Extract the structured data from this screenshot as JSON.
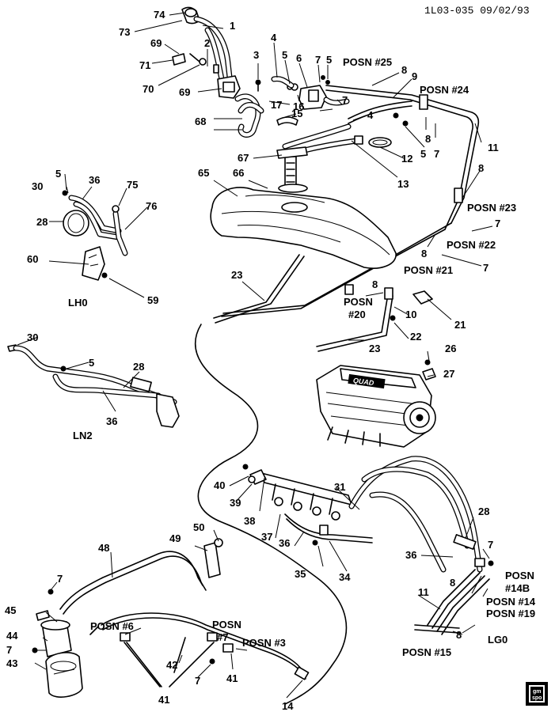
{
  "header": {
    "code": "1L03-035 09/02/93"
  },
  "engine_brand": "QUAD",
  "logo_text": [
    "gm",
    "spo"
  ],
  "labels": [
    {
      "id": "74",
      "text": "74"
    },
    {
      "id": "1",
      "text": "1"
    },
    {
      "id": "73",
      "text": "73"
    },
    {
      "id": "2",
      "text": "2"
    },
    {
      "id": "69a",
      "text": "69"
    },
    {
      "id": "71",
      "text": "71"
    },
    {
      "id": "70",
      "text": "70"
    },
    {
      "id": "69b",
      "text": "69"
    },
    {
      "id": "3",
      "text": "3"
    },
    {
      "id": "4a",
      "text": "4"
    },
    {
      "id": "5a",
      "text": "5"
    },
    {
      "id": "6",
      "text": "6"
    },
    {
      "id": "7a",
      "text": "7"
    },
    {
      "id": "5b",
      "text": "5"
    },
    {
      "id": "posn25",
      "text": "POSN #25"
    },
    {
      "id": "8a",
      "text": "8"
    },
    {
      "id": "9",
      "text": "9"
    },
    {
      "id": "posn24",
      "text": "POSN #24"
    },
    {
      "id": "17",
      "text": "17"
    },
    {
      "id": "16",
      "text": "16"
    },
    {
      "id": "7b",
      "text": "7"
    },
    {
      "id": "4b",
      "text": "4"
    },
    {
      "id": "15",
      "text": "15"
    },
    {
      "id": "68",
      "text": "68"
    },
    {
      "id": "8b",
      "text": "8"
    },
    {
      "id": "5c",
      "text": "5"
    },
    {
      "id": "7c",
      "text": "7"
    },
    {
      "id": "11a",
      "text": "11"
    },
    {
      "id": "12",
      "text": "12"
    },
    {
      "id": "67",
      "text": "67"
    },
    {
      "id": "13",
      "text": "13"
    },
    {
      "id": "5d",
      "text": "5"
    },
    {
      "id": "30a",
      "text": "30"
    },
    {
      "id": "36a",
      "text": "36"
    },
    {
      "id": "75",
      "text": "75"
    },
    {
      "id": "65",
      "text": "65"
    },
    {
      "id": "66",
      "text": "66"
    },
    {
      "id": "8c",
      "text": "8"
    },
    {
      "id": "posn23",
      "text": "POSN #23"
    },
    {
      "id": "76",
      "text": "76"
    },
    {
      "id": "28a",
      "text": "28"
    },
    {
      "id": "7d",
      "text": "7"
    },
    {
      "id": "posn22",
      "text": "POSN #22"
    },
    {
      "id": "8d",
      "text": "8"
    },
    {
      "id": "60",
      "text": "60"
    },
    {
      "id": "7e",
      "text": "7"
    },
    {
      "id": "posn21",
      "text": "POSN #21"
    },
    {
      "id": "23a",
      "text": "23"
    },
    {
      "id": "8e",
      "text": "8"
    },
    {
      "id": "posn20a",
      "text": "POSN"
    },
    {
      "id": "posn20b",
      "text": "#20"
    },
    {
      "id": "59",
      "text": "59"
    },
    {
      "id": "lh0",
      "text": "LH0"
    },
    {
      "id": "10",
      "text": "10"
    },
    {
      "id": "21",
      "text": "21"
    },
    {
      "id": "30b",
      "text": "30"
    },
    {
      "id": "22",
      "text": "22"
    },
    {
      "id": "23b",
      "text": "23"
    },
    {
      "id": "5e",
      "text": "5"
    },
    {
      "id": "26",
      "text": "26"
    },
    {
      "id": "28b",
      "text": "28"
    },
    {
      "id": "27",
      "text": "27"
    },
    {
      "id": "36b",
      "text": "36"
    },
    {
      "id": "ln2",
      "text": "LN2"
    },
    {
      "id": "40",
      "text": "40"
    },
    {
      "id": "31",
      "text": "31"
    },
    {
      "id": "39",
      "text": "39"
    },
    {
      "id": "38",
      "text": "38"
    },
    {
      "id": "28c",
      "text": "28"
    },
    {
      "id": "37",
      "text": "37"
    },
    {
      "id": "36c",
      "text": "36"
    },
    {
      "id": "50",
      "text": "50"
    },
    {
      "id": "7f",
      "text": "7"
    },
    {
      "id": "49",
      "text": "49"
    },
    {
      "id": "48",
      "text": "48"
    },
    {
      "id": "36d",
      "text": "36"
    },
    {
      "id": "posn14b1",
      "text": "POSN"
    },
    {
      "id": "posn14b2",
      "text": "#14B"
    },
    {
      "id": "35",
      "text": "35"
    },
    {
      "id": "34",
      "text": "34"
    },
    {
      "id": "8f",
      "text": "8"
    },
    {
      "id": "posn14",
      "text": "POSN #14"
    },
    {
      "id": "7g",
      "text": "7"
    },
    {
      "id": "11b",
      "text": "11"
    },
    {
      "id": "posn19",
      "text": "POSN #19"
    },
    {
      "id": "45",
      "text": "45"
    },
    {
      "id": "posn6",
      "text": "POSN #6"
    },
    {
      "id": "posn7a",
      "text": "POSN"
    },
    {
      "id": "posn7b",
      "text": "#7"
    },
    {
      "id": "posn3",
      "text": "POSN #3"
    },
    {
      "id": "44",
      "text": "44"
    },
    {
      "id": "8g",
      "text": "8"
    },
    {
      "id": "lg0",
      "text": "LG0"
    },
    {
      "id": "7h",
      "text": "7"
    },
    {
      "id": "42",
      "text": "42"
    },
    {
      "id": "posn15",
      "text": "POSN #15"
    },
    {
      "id": "43",
      "text": "43"
    },
    {
      "id": "7i",
      "text": "7"
    },
    {
      "id": "41a",
      "text": "41"
    },
    {
      "id": "41b",
      "text": "41"
    },
    {
      "id": "14",
      "text": "14"
    }
  ]
}
